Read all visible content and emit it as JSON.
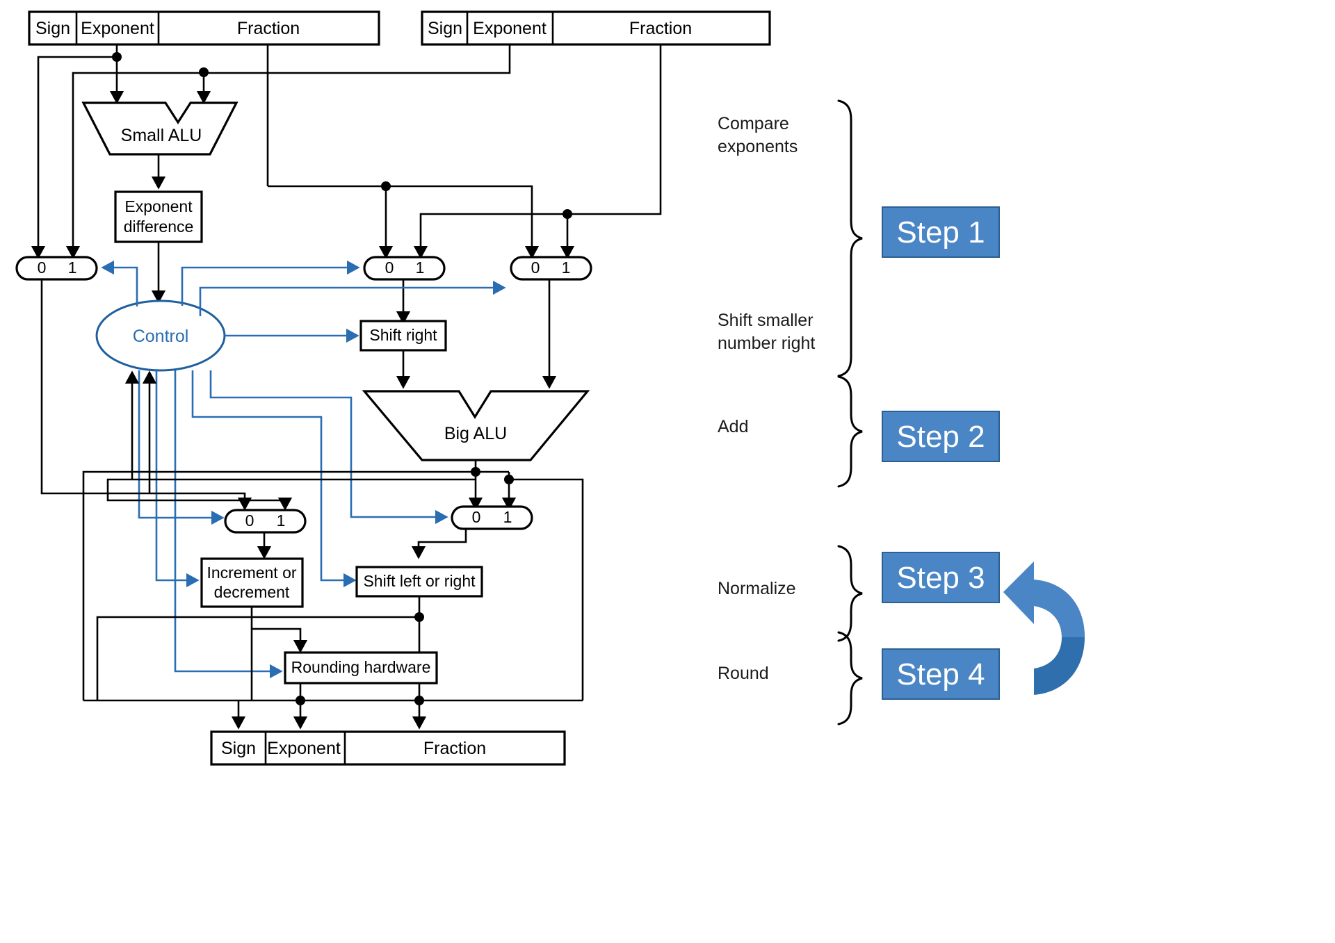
{
  "diagram": {
    "title": "Floating-point addition hardware block diagram",
    "accent_blue": "#2a6db3",
    "step_box_fill": "#4a86c5",
    "arrow_fill": "#2a6db3"
  },
  "registers": {
    "operand_a": {
      "fields": [
        "Sign",
        "Exponent",
        "Fraction"
      ]
    },
    "operand_b": {
      "fields": [
        "Sign",
        "Exponent",
        "Fraction"
      ]
    },
    "result": {
      "fields": [
        "Sign",
        "Exponent",
        "Fraction"
      ]
    }
  },
  "blocks": {
    "small_alu": "Small ALU",
    "exponent_difference_line1": "Exponent",
    "exponent_difference_line2": "difference",
    "control": "Control",
    "shift_right": "Shift right",
    "big_alu": "Big ALU",
    "increment_line1": "Increment or",
    "increment_line2": "decrement",
    "shift_left_right": "Shift left or right",
    "rounding": "Rounding hardware"
  },
  "mux_labels": {
    "zero": "0",
    "one": "1"
  },
  "muxes": [
    {
      "name": "mux-sign",
      "zero": "0",
      "one": "1"
    },
    {
      "name": "mux-fraction-left",
      "zero": "0",
      "one": "1"
    },
    {
      "name": "mux-fraction-right",
      "zero": "0",
      "one": "1"
    },
    {
      "name": "mux-exponent-lower",
      "zero": "0",
      "one": "1"
    },
    {
      "name": "mux-fraction-lower",
      "zero": "0",
      "one": "1"
    }
  ],
  "stage_labels": [
    {
      "id": "compare",
      "line1": "Compare",
      "line2": "exponents"
    },
    {
      "id": "shift",
      "line1": "Shift smaller",
      "line2": "number right"
    },
    {
      "id": "add",
      "line1": "Add",
      "line2": ""
    },
    {
      "id": "normalize",
      "line1": "Normalize",
      "line2": ""
    },
    {
      "id": "round",
      "line1": "Round",
      "line2": ""
    }
  ],
  "steps": [
    {
      "id": "step-1",
      "label": "Step 1"
    },
    {
      "id": "step-2",
      "label": "Step 2"
    },
    {
      "id": "step-3",
      "label": "Step 3"
    },
    {
      "id": "step-4",
      "label": "Step 4"
    }
  ]
}
